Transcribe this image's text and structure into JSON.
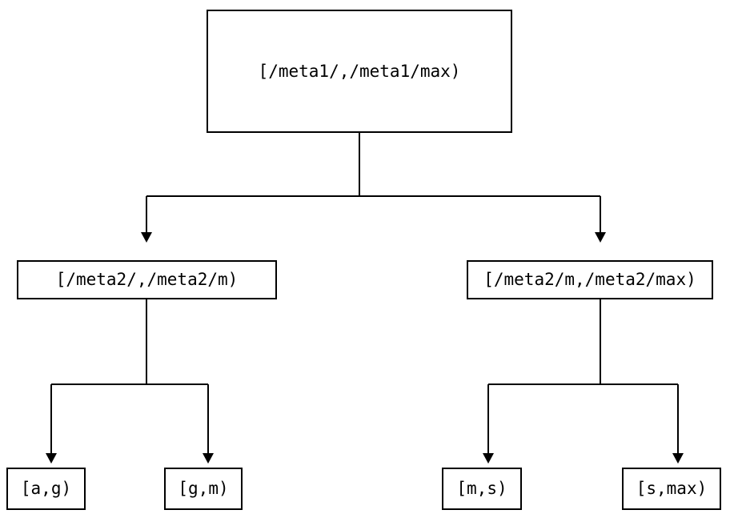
{
  "diagram": {
    "type": "tree",
    "title": "",
    "background_color": "#ffffff",
    "line_color": "#000000",
    "text_color": "#000000",
    "nodes": {
      "root": {
        "label": "[/meta1/,/meta1/max)"
      },
      "level2": [
        {
          "label": "[/meta2/,/meta2/m)"
        },
        {
          "label": "[/meta2/m,/meta2/max)"
        }
      ],
      "leaves": [
        {
          "label": "[a,g)"
        },
        {
          "label": "[g,m)"
        },
        {
          "label": "[m,s)"
        },
        {
          "label": "[s,max)"
        }
      ]
    }
  }
}
